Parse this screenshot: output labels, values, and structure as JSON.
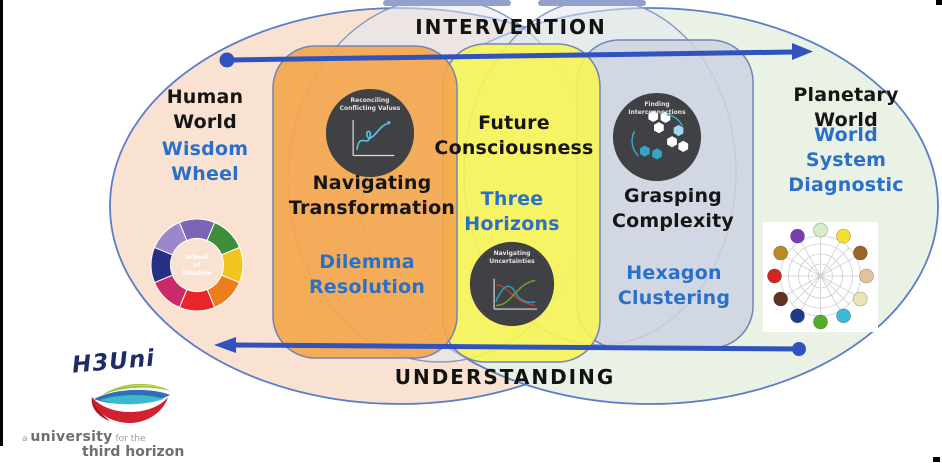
{
  "axes": {
    "top": "INTERVENTION",
    "bottom": "UNDERSTANDING"
  },
  "regions": {
    "human_world": {
      "title": "Human\nWorld",
      "tool": "Wisdom\nWheel"
    },
    "planetary_world": {
      "title": "Planetary\nWorld",
      "tool": "World\nSystem\nDiagnostic"
    },
    "navigating_transformation": {
      "title": "Navigating\nTransformation",
      "tool": "Dilemma\nResolution",
      "icon_title": "Reconciling\nConflicting Values"
    },
    "future_consciousness": {
      "title": "Future\nConsciousness",
      "tool": "Three\nHorizons",
      "icon_title": "Navigating\nUncertainties"
    },
    "grasping_complexity": {
      "title": "Grasping\nComplexity",
      "tool": "Hexagon\nClustering",
      "icon_title": "Finding\nInterconnections"
    }
  },
  "wisdom_wheel": {
    "center_label": "Wheel\nof\nWisdom",
    "segment_colors": [
      "#7a66b4",
      "#3d8e3b",
      "#f2c51e",
      "#ee7e1b",
      "#e7252b",
      "#ca2a69",
      "#283083",
      "#9c87ca"
    ]
  },
  "world_system_diagnostic": {
    "ball_colors": [
      "#d7ecc9",
      "#f3df2e",
      "#9a6328",
      "#dfc49e",
      "#ece4b2",
      "#38b9d6",
      "#53ad2a",
      "#1f3a86",
      "#5f3322",
      "#d42525",
      "#bc8a22",
      "#7b3cae"
    ]
  },
  "logo": {
    "wordmark": "H3Uni",
    "tagline": {
      "prefix": "a ",
      "emphasis": "university",
      "middle": " for the",
      "line2": "third horizon"
    }
  },
  "colors": {
    "label_blue": "#2b70c8",
    "arrow_blue": "#3153bd",
    "ellipse_stroke": "#5c7ec6",
    "left_ellipse_fill": "#f9e2d2",
    "right_ellipse_fill": "#e9f2e4",
    "orange_panel": "#f4a74e",
    "yellow_panel": "#f7f455",
    "gray_panel": "#ccd4e2",
    "lens_fill": "#e3e8f2",
    "lens_stroke": "#8796c2",
    "panel_stroke": "#7185b5",
    "icon_circle_bg": "#404144"
  }
}
